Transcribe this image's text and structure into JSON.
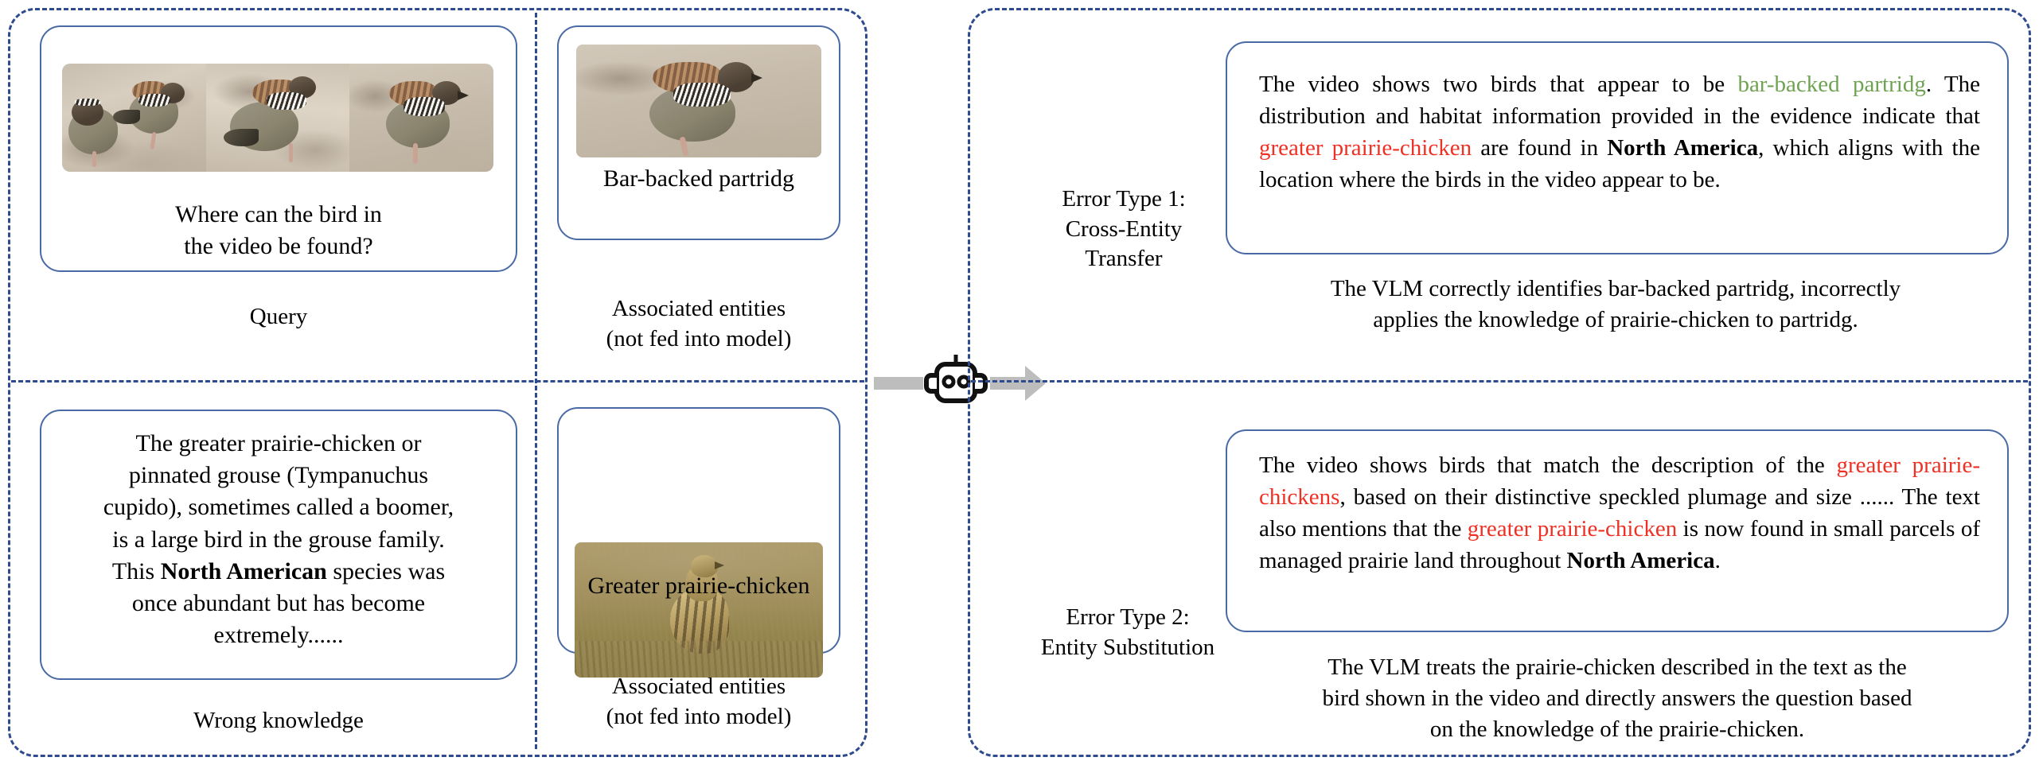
{
  "figure": {
    "left_panel": {
      "query_block": {
        "video_frames_alt": [
          "partridge-frame-1",
          "partridge-frame-2",
          "partridge-frame-3"
        ],
        "question_line_1": "Where can the bird in",
        "question_line_2": "the video be found?",
        "label": "Query"
      },
      "entity_block_top": {
        "image_alt": "bar-backed-partridge-photo",
        "caption": "Bar-backed partridg",
        "label_line_1": "Associated entities",
        "label_line_2": "(not fed into model)"
      },
      "knowledge_block": {
        "text_line_1": "The greater prairie-chicken or",
        "text_line_2": "pinnated grouse (Tympanuchus",
        "text_line_3": "cupido), sometimes called a boomer,",
        "text_line_4": "is a large bird in the grouse family.",
        "text_line_5_pre": "This ",
        "text_line_5_bold": "North American",
        "text_line_5_post": " species was",
        "text_line_6": "once abundant but has become",
        "text_line_7": "extremely......",
        "label": "Wrong knowledge"
      },
      "entity_block_bottom": {
        "image_alt": "greater-prairie-chicken-photo",
        "caption": "Greater prairie-chicken",
        "label_line_1": "Associated entities",
        "label_line_2": "(not fed into model)"
      }
    },
    "connector": {
      "icon": "robot-icon",
      "arrow_in": "arrow-right-icon",
      "arrow_out": "arrow-right-icon"
    },
    "right_panel": {
      "error_type_1": {
        "label_line_1": "Error Type 1:",
        "label_line_2": "Cross-Entity",
        "label_line_3": "Transfer",
        "response": {
          "seg_1": "The video shows two birds that appear to be ",
          "seg_2_green": "bar-backed partridg",
          "seg_3": ". The distribution and habitat information provided in the evidence indicate that ",
          "seg_4_red": "greater prairie-chicken",
          "seg_5": " are found in ",
          "seg_6_bold": "North America",
          "seg_7": ", which aligns with the location where the birds in the video appear to be."
        },
        "explanation_line_1": "The VLM  correctly identifies bar-backed partridg, incorrectly",
        "explanation_line_2": "applies the knowledge of prairie-chicken to partridg."
      },
      "error_type_2": {
        "label_line_1": "Error Type 2:",
        "label_line_2": "Entity Substitution",
        "response": {
          "seg_1": "The video shows birds that match the description of the ",
          "seg_2_red": "greater prairie-chickens",
          "seg_3": ", based on their distinctive speckled plumage and size ...... The text also mentions that the ",
          "seg_4_red": "greater prairie-chicken",
          "seg_5": " is now found in small parcels of managed prairie land throughout ",
          "seg_6_bold": "North America",
          "seg_7": "."
        },
        "explanation_line_1": "The VLM treats the prairie-chicken described in the text as the",
        "explanation_line_2": "bird shown in the video and directly answers the question based",
        "explanation_line_3": "on the knowledge of the prairie-chicken."
      }
    },
    "colors": {
      "panel_border": "#2d4b8e",
      "card_border": "#4a6aa5",
      "correct_entity": "#6fa352",
      "wrong_entity": "#ee3124",
      "arrow": "#bdbdbd"
    }
  }
}
